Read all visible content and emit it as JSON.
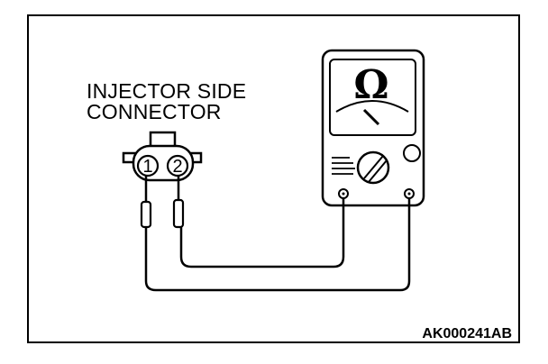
{
  "connector": {
    "title_line_1": "INJECTOR SIDE",
    "title_line_2": "CONNECTOR",
    "pin_1_label": "1",
    "pin_2_label": "2"
  },
  "meter": {
    "unit_symbol": "Ω",
    "icon": "ohmmeter-icon"
  },
  "figure": {
    "code": "AK000241AB"
  }
}
